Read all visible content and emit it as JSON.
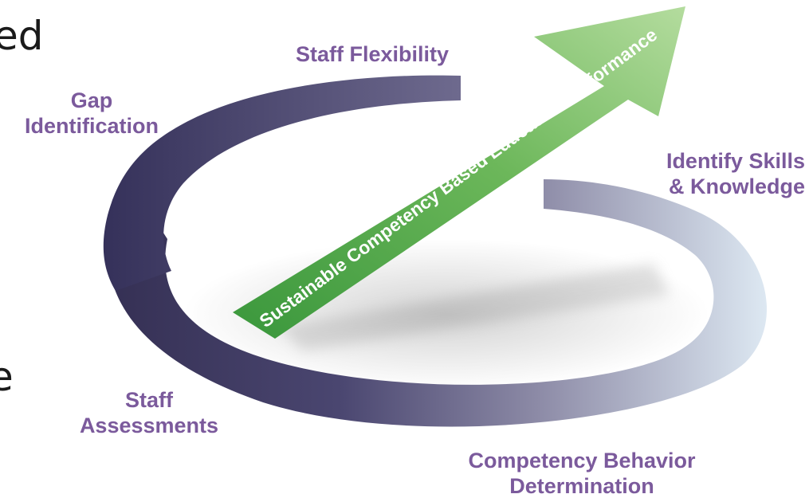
{
  "cut_text": {
    "top": "ed",
    "bottom": "e"
  },
  "labels": {
    "staff_flexibility": [
      "Staff Flexibility"
    ],
    "gap_identification": [
      "Gap",
      "Identification"
    ],
    "identify_skills": [
      "Identify Skills",
      "& Knowledge"
    ],
    "staff_assessments": [
      "Staff",
      "Assessments"
    ],
    "competency_behavior": [
      "Competency Behavior",
      "Determination"
    ]
  },
  "arrow": {
    "text": "Sustainable Competency Based Education/Performance"
  },
  "colors": {
    "label_purple": "#7b5a9c",
    "ring_dark": "#363257",
    "ring_light": "#d8e4ef",
    "arrow_dark_green": "#3a9b3e",
    "arrow_light_green": "#a8d693"
  }
}
